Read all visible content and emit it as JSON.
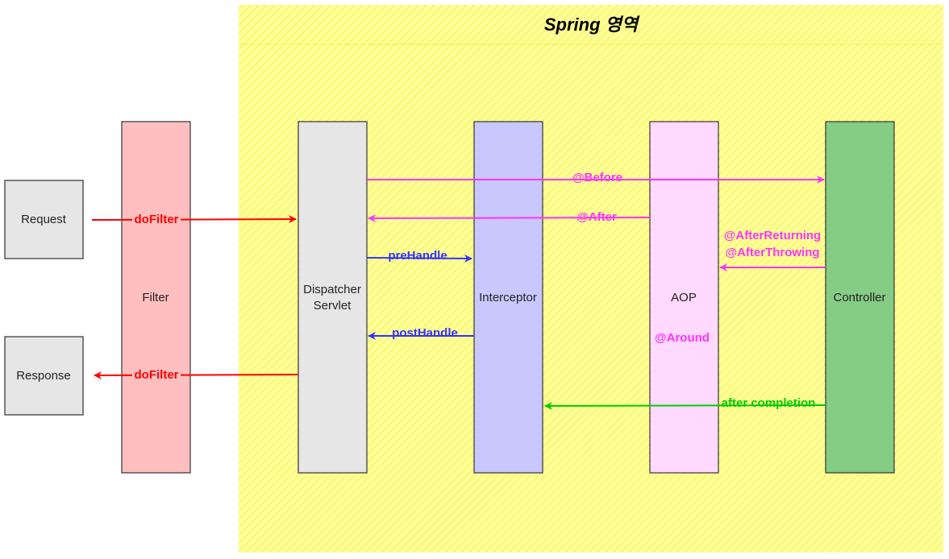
{
  "colors": {
    "region_fill": "#ffff99",
    "region_hatch": "#f2f25a",
    "request_fill": "#e6e6e6",
    "filter_fill": "#ffbfbf",
    "dispatcher_fill": "#e6e6e6",
    "interceptor_fill": "#c8c8ff",
    "aop_fill": "#ffd9ff",
    "controller_fill": "#85cc85",
    "red": "#ff0000",
    "magenta": "#ff33ff",
    "blue": "#3333ff",
    "green": "#00cc00"
  },
  "region": {
    "title": "Spring 영역"
  },
  "boxes": {
    "request": "Request",
    "response": "Response",
    "filter": "Filter",
    "dispatcher_line1": "Dispatcher",
    "dispatcher_line2": "Servlet",
    "interceptor": "Interceptor",
    "aop": "AOP",
    "aop_around": "@Around",
    "controller": "Controller"
  },
  "edges": {
    "dofilter_in": "doFilter",
    "dofilter_out": "doFilter",
    "before": "@Before",
    "after": "@After",
    "after_returning": "@AfterReturning",
    "after_throwing": "@AfterThrowing",
    "pre_handle": "preHandle",
    "post_handle": "postHandle",
    "after_completion": "after completion"
  }
}
